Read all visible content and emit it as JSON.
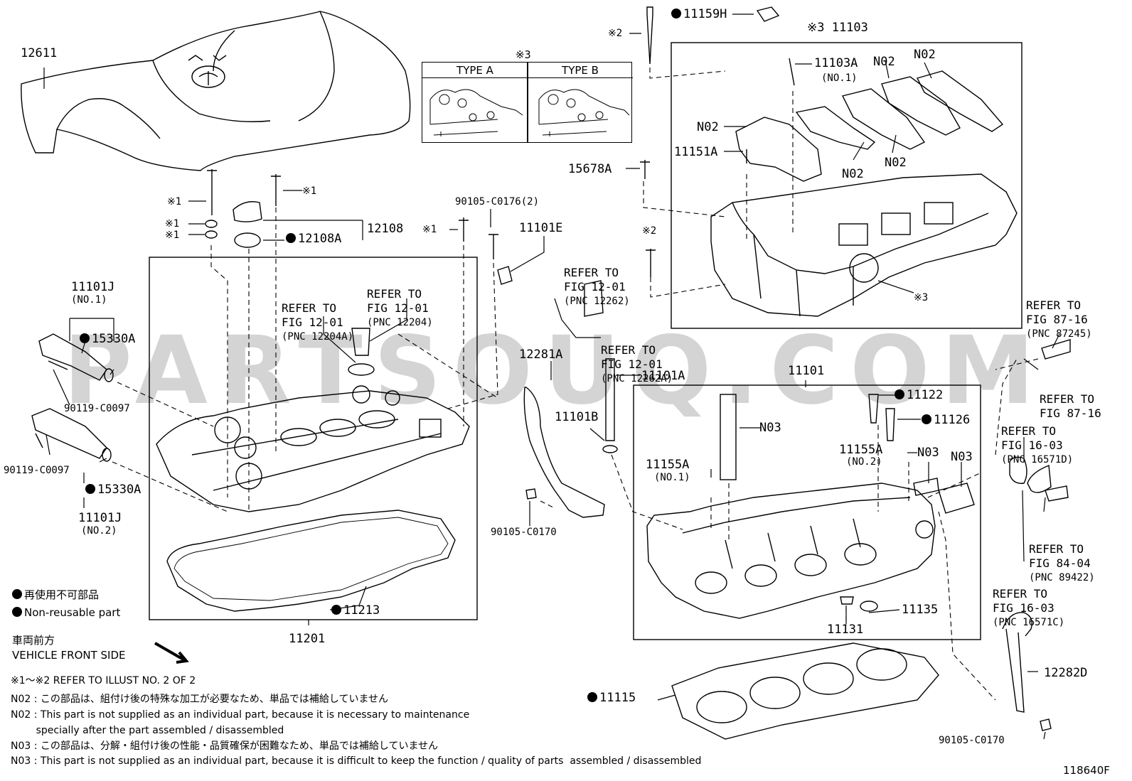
{
  "diagram_id": "118640F",
  "watermark": "PARTSOUQ.COM",
  "type_box": {
    "mark": "※3",
    "type_a": "TYPE A",
    "type_b": "TYPE B"
  },
  "labels": {
    "p12611": "12611",
    "p11159H": "11159H",
    "x2_top": "※2",
    "p11103": "※3 11103",
    "p11103A": "11103A",
    "p11103A_no": "(NO.1)",
    "n02_a": "N02",
    "n02_b": "N02",
    "n02_c": "N02",
    "n02_d": "N02",
    "n02_e": "N02",
    "p11151A": "11151A",
    "p15678A": "15678A",
    "x2_mid": "※2",
    "x3_head": "※3",
    "x1_a": "※1",
    "x1_b": "※1",
    "x1_c": "※1",
    "x1_d": "※1",
    "x1_e": "※1",
    "p12108": "12108",
    "p12108A": "12108A",
    "p90105_C0176": "90105-C0176(2)",
    "p11101E": "11101E",
    "p11101J_1": "11101J",
    "p11101J_1_no": "(NO.1)",
    "p15330A_1": "15330A",
    "p90119_1": "90119-C0097",
    "p90119_2": "90119-C0097",
    "p15330A_2": "15330A",
    "p11101J_2": "11101J",
    "p11101J_2_no": "(NO.2)",
    "p12281A": "12281A",
    "p11101A": "11101A",
    "p11101B": "11101B",
    "p90105_C0170_a": "90105-C0170",
    "p11101": "11101",
    "n03_a": "N03",
    "p11122": "11122",
    "p11126": "11126",
    "p11155A_1": "11155A",
    "p11155A_1_no": "(NO.1)",
    "p11155A_2": "11155A",
    "p11155A_2_no": "(NO.2)",
    "n03_b": "N03",
    "n03_c": "N03",
    "p11135": "11135",
    "p11131": "11131",
    "p11213": "11213",
    "p11201": "11201",
    "p11115": "11115",
    "p12282D": "12282D",
    "p90105_C0170_b": "90105-C0170"
  },
  "refs": {
    "r_12204A": {
      "line1": "REFER TO",
      "line2": "FIG 12-01",
      "pnc": "(PNC 12204A)"
    },
    "r_12204": {
      "line1": "REFER TO",
      "line2": "FIG 12-01",
      "pnc": "(PNC 12204)"
    },
    "r_12262": {
      "line1": "REFER TO",
      "line2": "FIG 12-01",
      "pnc": "(PNC 12262)"
    },
    "r_12262A": {
      "line1": "REFER TO",
      "line2": "FIG 12-01",
      "pnc": "(PNC 12262A)"
    },
    "r_87245": {
      "line1": "REFER TO",
      "line2": "FIG 87-16",
      "pnc": "(PNC 87245)"
    },
    "r_87_16": {
      "line1": "REFER TO",
      "line2": "FIG 87-16"
    },
    "r_16571D": {
      "line1": "REFER TO",
      "line2": "FIG 16-03",
      "pnc": "(PNC 16571D)"
    },
    "r_89422": {
      "line1": "REFER TO",
      "line2": "FIG 84-04",
      "pnc": "(PNC 89422)"
    },
    "r_16571C": {
      "line1": "REFER TO",
      "line2": "FIG 16-03",
      "pnc": "(PNC 16571C)"
    }
  },
  "legend": {
    "nonreusable_jp": "再使用不可部品",
    "nonreusable_en": "Non-reusable part",
    "front_jp": "車両前方",
    "front_en": "VEHICLE FRONT SIDE"
  },
  "notes": [
    "※1～※2  REFER TO ILLUST NO. 2 OF 2",
    "N02 : この部品は、組付け後の特殊な加工が必要なため、単品では補給していません",
    "N02 : This part is not supplied as an individual part, because it is necessary to maintenance",
    "        specially after the part assembled / disassembled",
    "N03 : この部品は、分解・組付け後の性能・品質確保が困難なため、単品では補給していません",
    "N03 : This part is not supplied as an individual part, because it is difficult to keep the function / quality of parts  assembled / disassembled"
  ]
}
